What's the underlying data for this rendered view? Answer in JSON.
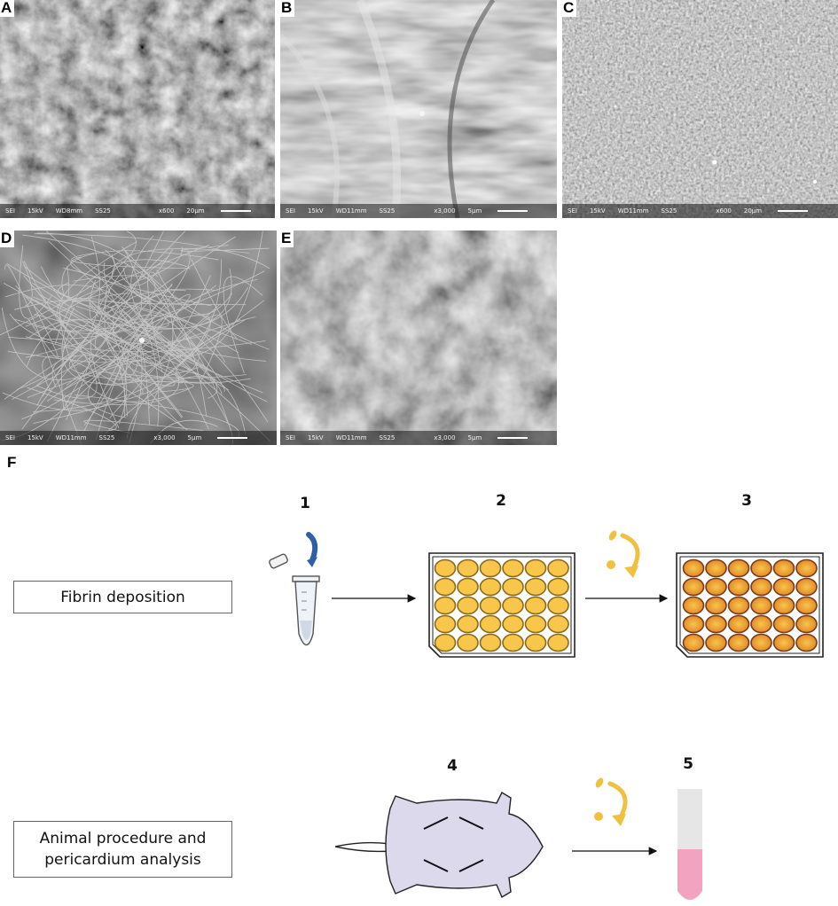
{
  "panels": [
    {
      "letter": "A",
      "meta": [
        "SEI",
        "15kV",
        "WD8mm",
        "SS25",
        "x600",
        "20µm"
      ]
    },
    {
      "letter": "B",
      "meta": [
        "SEI",
        "15kV",
        "WD11mm",
        "SS25",
        "x3,000",
        "5µm"
      ]
    },
    {
      "letter": "C",
      "meta": [
        "SEI",
        "15kV",
        "WD11mm",
        "SS25",
        "x600",
        "20µm"
      ]
    },
    {
      "letter": "D",
      "meta": [
        "SEI",
        "15kV",
        "WD11mm",
        "SS25",
        "x3,000",
        "5µm"
      ]
    },
    {
      "letter": "E",
      "meta": [
        "SEI",
        "15kV",
        "WD11mm",
        "SS25",
        "x3,000",
        "5µm"
      ]
    }
  ],
  "schematic": {
    "letter": "F",
    "steps": [
      "1",
      "2",
      "3",
      "4",
      "5"
    ],
    "rows": [
      {
        "label": "Fibrin deposition"
      },
      {
        "label_line1": "Animal procedure and",
        "label_line2": "pericardium analysis"
      }
    ]
  },
  "colors": {
    "cap_arrow": "#2f5fa8",
    "well_fill": "#f7c64a",
    "well_ring_step2": "#8a6a1a",
    "well_ring_step3": "#7a3a1a",
    "well_gradient_step3": "#e28a2a",
    "curved_arrow": "#f0c040",
    "mouse_body": "#dcd9ec",
    "tube_liquid": "#f2a3c0"
  }
}
